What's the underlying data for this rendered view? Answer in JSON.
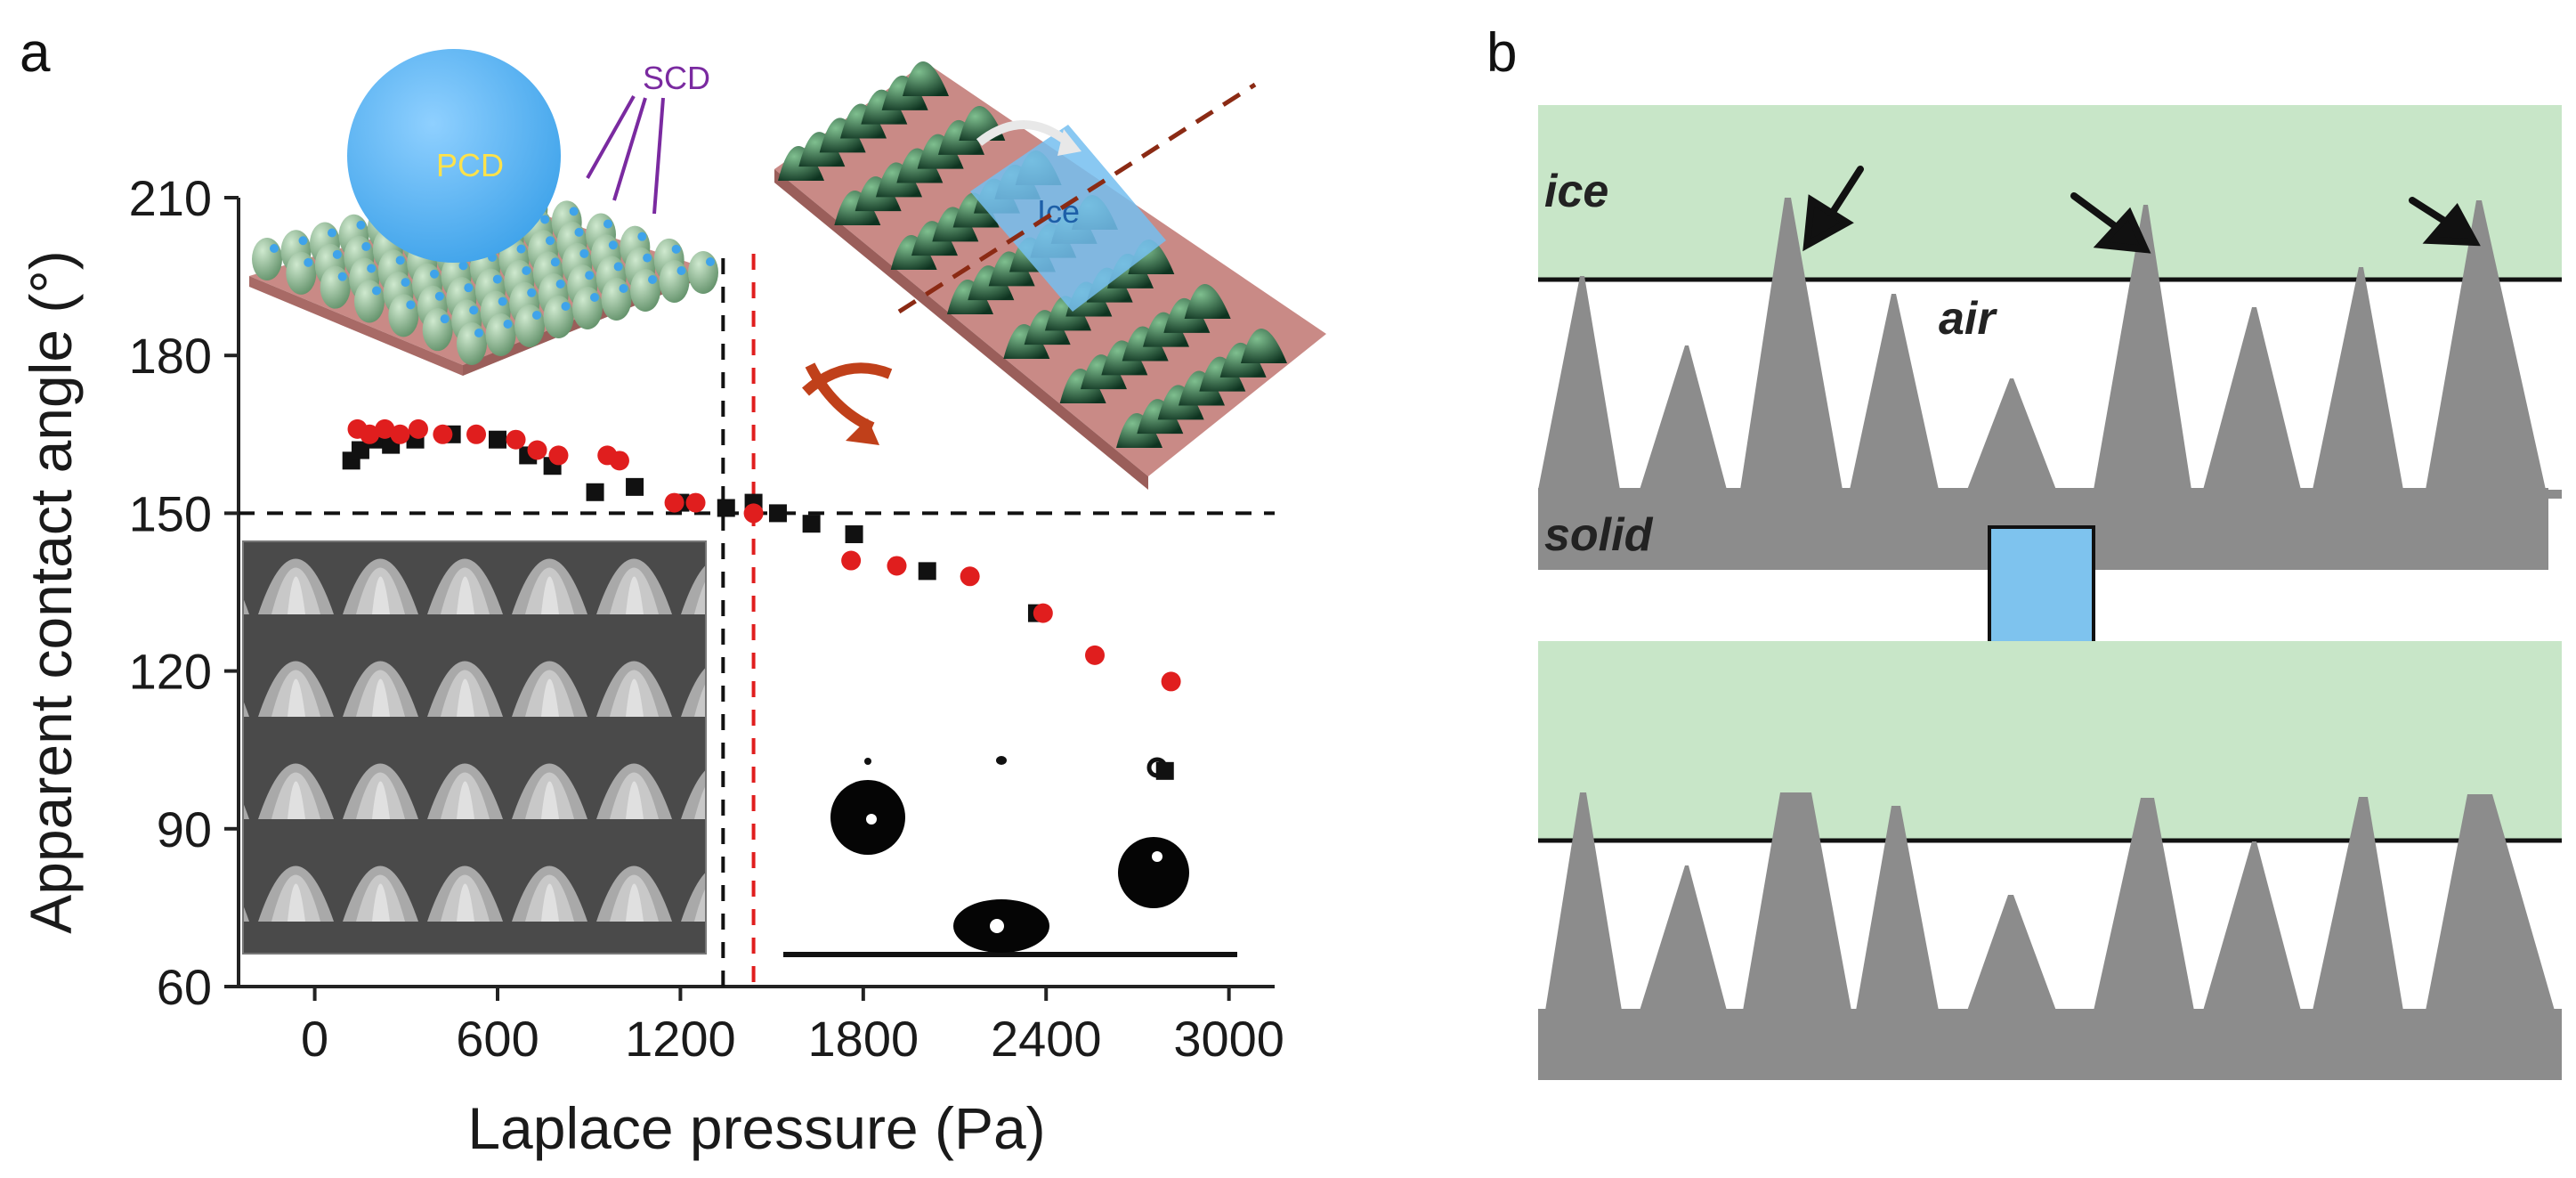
{
  "panels": {
    "a": "a",
    "b": "b"
  },
  "inset_labels": {
    "pcd": "PCD",
    "scd": "SCD",
    "ice": "Ice"
  },
  "diagram": {
    "ice": "ice",
    "air": "air",
    "solid": "solid"
  },
  "colors": {
    "square_series": "#111111",
    "circle_series": "#e01e1e",
    "ice_fill": "#c8e6c8",
    "solid_fill": "#8c8c8c",
    "arrow_fill": "#7ec3ee"
  },
  "chart_data": {
    "type": "scatter",
    "xlabel": "Laplace pressure (Pa)",
    "ylabel": "Apparent contact angle (°)",
    "xlim": [
      -250,
      3150
    ],
    "ylim": [
      60,
      210
    ],
    "xticks": [
      0,
      600,
      1200,
      1800,
      2400,
      3000
    ],
    "yticks": [
      60,
      90,
      120,
      150,
      180,
      210
    ],
    "reference_lines": {
      "horizontal_y": 150,
      "vertical_black_x": 1340,
      "vertical_red_x": 1440
    },
    "series": [
      {
        "marker": "square",
        "color": "#111111",
        "x": [
          120,
          150,
          200,
          250,
          330,
          450,
          600,
          700,
          780,
          920,
          1050,
          1200,
          1350,
          1440,
          1520,
          1630,
          1770,
          2010,
          2370,
          2790
        ],
        "y": [
          160,
          162,
          164,
          163,
          164,
          165,
          164,
          161,
          159,
          154,
          155,
          152,
          151,
          152,
          150,
          148,
          146,
          139,
          131,
          101
        ]
      },
      {
        "marker": "circle",
        "color": "#e01e1e",
        "x": [
          140,
          180,
          230,
          280,
          340,
          420,
          530,
          660,
          730,
          800,
          960,
          1000,
          1180,
          1250,
          1440,
          1760,
          1910,
          2150,
          2390,
          2560,
          2810
        ],
        "y": [
          166,
          165,
          166,
          165,
          166,
          165,
          165,
          164,
          162,
          161,
          161,
          160,
          152,
          152,
          150,
          141,
          140,
          138,
          131,
          123,
          118
        ]
      }
    ]
  }
}
